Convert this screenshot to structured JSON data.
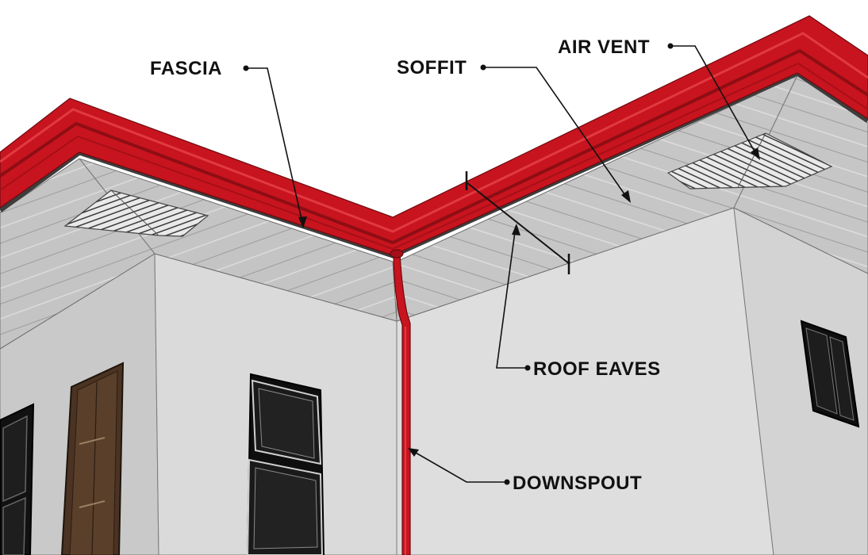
{
  "labels": {
    "fascia": "FASCIA",
    "soffit": "SOFFIT",
    "air_vent": "AIR VENT",
    "roof_eaves": "ROOF EAVES",
    "downspout": "DOWNSPOUT"
  },
  "colors": {
    "fascia_red": "#c8141e",
    "fascia_dark": "#8e0d14",
    "soffit_gray": "#bfbfbf",
    "wall_light": "#d9d9d9",
    "wall_shadow": "#bdbdbd",
    "door_brown": "#4a3322",
    "window_black": "#111111",
    "label_text": "#111111"
  }
}
